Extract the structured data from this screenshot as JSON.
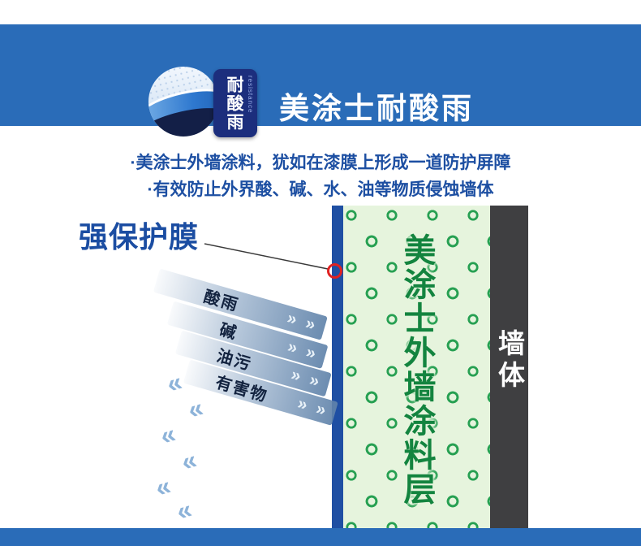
{
  "header": {
    "icon_badge": {
      "vertical_text": "耐酸雨",
      "side_text": "resistance"
    },
    "title": "美涂士耐酸雨"
  },
  "intro": {
    "line1": "·美涂士外墙涂料，犹如在漆膜上形成一道防护屏障",
    "line2": "·有效防止外界酸、碱、水、油等物质侵蚀墙体"
  },
  "diagram": {
    "film_label": "强保护膜",
    "bands": [
      {
        "label": "酸雨"
      },
      {
        "label": "碱"
      },
      {
        "label": "油污"
      },
      {
        "label": "有害物"
      }
    ],
    "band_chevron": "»",
    "bounce_chevron": "«",
    "coating_label": "美涂士外墙涂料层",
    "wall_label": "墙体"
  },
  "colors": {
    "header_blue": "#2a6cb8",
    "badge_navy": "#1c2e7d",
    "text_blue": "#1d4fa2",
    "film_strip_blue": "#1f4fa3",
    "panel_green": "#e6f4dd",
    "ring_green": "#27a052",
    "coating_text_green": "#13843f",
    "wall_gray": "#3f3f41",
    "marker_red": "#e02222"
  }
}
